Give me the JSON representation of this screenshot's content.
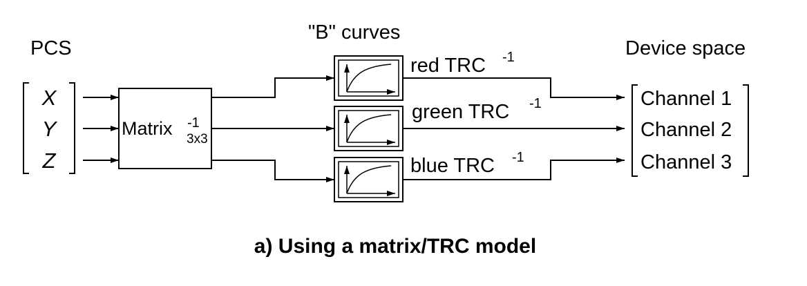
{
  "labels": {
    "pcs": "PCS",
    "b_curves": "\"B\" curves",
    "device_space": "Device space",
    "caption": "a) Using a matrix/TRC model"
  },
  "pcs_vector": [
    "X",
    "Y",
    "Z"
  ],
  "matrix": {
    "label": "Matrix",
    "superscript": "-1",
    "subscript": "3x3"
  },
  "trc_curves": [
    {
      "label": "red TRC",
      "superscript": "-1"
    },
    {
      "label": "green TRC",
      "superscript": "-1"
    },
    {
      "label": "blue TRC",
      "superscript": "-1"
    }
  ],
  "device_channels": [
    "Channel 1",
    "Channel 2",
    "Channel 3"
  ]
}
